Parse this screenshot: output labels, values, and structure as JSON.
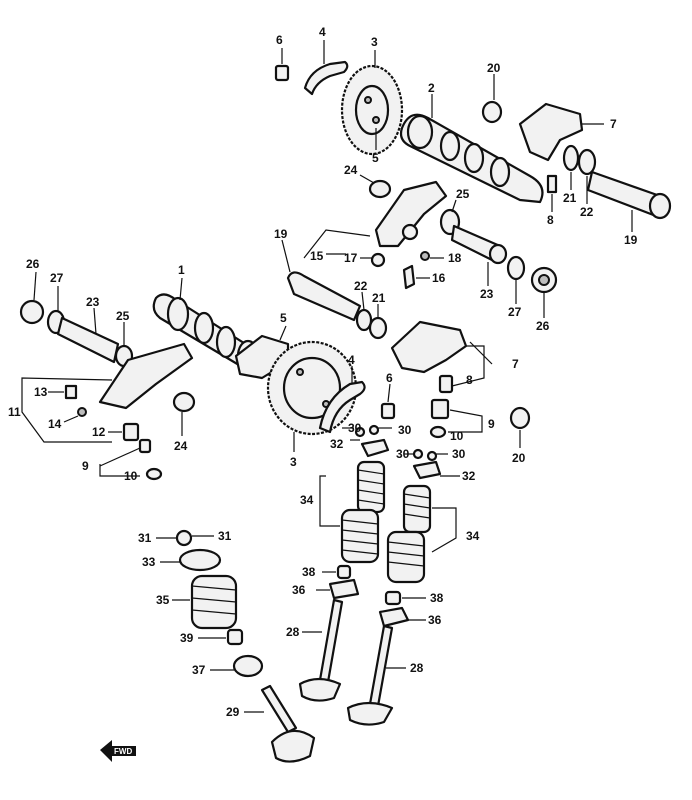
{
  "diagram": {
    "forward_arrow_text": "FWD",
    "labels": {
      "l6a": "6",
      "l4a": "4",
      "l3a": "3",
      "l20a": "20",
      "l2": "2",
      "l7a": "7",
      "l5a": "5",
      "l24a": "24",
      "l21a": "21",
      "l22a": "22",
      "l8a": "8",
      "l19a": "19",
      "l25a": "25",
      "l18": "18",
      "l15": "15",
      "l17": "17",
      "l19b": "19",
      "l16": "16",
      "l23a": "23",
      "l27a": "27",
      "l26a": "26",
      "l22b": "22",
      "l21b": "21",
      "l26b": "26",
      "l27b": "27",
      "l1": "1",
      "l23b": "23",
      "l25b": "25",
      "l5b": "5",
      "l13": "13",
      "l11": "11",
      "l14": "14",
      "l24b": "24",
      "l12": "12",
      "l9a": "9",
      "l10a": "10",
      "l3b": "3",
      "l4b": "4",
      "l6b": "6",
      "l7b": "7",
      "l8b": "8",
      "l9b": "9",
      "l10b": "10",
      "l20b": "20",
      "l30a": "30",
      "l30b": "30",
      "l30c": "30",
      "l30d": "30",
      "l32a": "32",
      "l32b": "32",
      "l34a": "34",
      "l34b": "34",
      "l31a": "31",
      "l31b": "31",
      "l33": "33",
      "l35": "35",
      "l38a": "38",
      "l36a": "36",
      "l38b": "38",
      "l36b": "36",
      "l39": "39",
      "l37": "37",
      "l28a": "28",
      "l28b": "28",
      "l29": "29"
    }
  }
}
